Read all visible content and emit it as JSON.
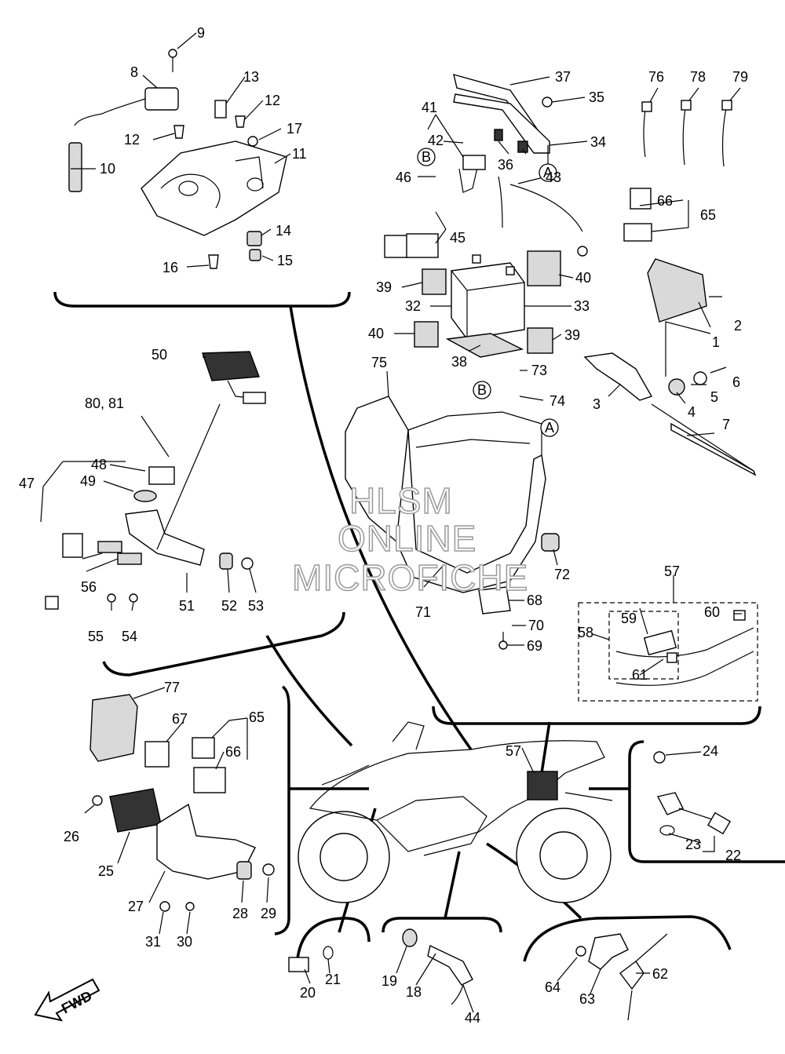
{
  "watermark": {
    "line1": "HLSM",
    "line2": "ONLINE",
    "line3": "MICROFICHE"
  },
  "fwd_label": "FWD",
  "callouts": [
    {
      "id": "p9",
      "text": "9"
    },
    {
      "id": "p8",
      "text": "8"
    },
    {
      "id": "p13",
      "text": "13"
    },
    {
      "id": "p12a",
      "text": "12"
    },
    {
      "id": "p12b",
      "text": "12"
    },
    {
      "id": "p17",
      "text": "17"
    },
    {
      "id": "p11",
      "text": "11"
    },
    {
      "id": "p10",
      "text": "10"
    },
    {
      "id": "p14",
      "text": "14"
    },
    {
      "id": "p15",
      "text": "15"
    },
    {
      "id": "p16",
      "text": "16"
    },
    {
      "id": "p37",
      "text": "37"
    },
    {
      "id": "p35",
      "text": "35"
    },
    {
      "id": "p34",
      "text": "34"
    },
    {
      "id": "p36",
      "text": "36"
    },
    {
      "id": "p41",
      "text": "41"
    },
    {
      "id": "p42",
      "text": "42"
    },
    {
      "id": "p46",
      "text": "46"
    },
    {
      "id": "p43",
      "text": "43"
    },
    {
      "id": "p45",
      "text": "45"
    },
    {
      "id": "p39a",
      "text": "39"
    },
    {
      "id": "p32",
      "text": "32"
    },
    {
      "id": "p40a",
      "text": "40"
    },
    {
      "id": "p33",
      "text": "33"
    },
    {
      "id": "p40b",
      "text": "40"
    },
    {
      "id": "p39b",
      "text": "39"
    },
    {
      "id": "p38",
      "text": "38"
    },
    {
      "id": "p76",
      "text": "76"
    },
    {
      "id": "p78",
      "text": "78"
    },
    {
      "id": "p79",
      "text": "79"
    },
    {
      "id": "p66a",
      "text": "66"
    },
    {
      "id": "p65a",
      "text": "65"
    },
    {
      "id": "p2",
      "text": "2"
    },
    {
      "id": "p1",
      "text": "1"
    },
    {
      "id": "p6",
      "text": "6"
    },
    {
      "id": "p5",
      "text": "5"
    },
    {
      "id": "p3",
      "text": "3"
    },
    {
      "id": "p4",
      "text": "4"
    },
    {
      "id": "p7",
      "text": "7"
    },
    {
      "id": "p75",
      "text": "75"
    },
    {
      "id": "p73",
      "text": "73"
    },
    {
      "id": "p74",
      "text": "74"
    },
    {
      "id": "p72",
      "text": "72"
    },
    {
      "id": "p71",
      "text": "71"
    },
    {
      "id": "p68",
      "text": "68"
    },
    {
      "id": "p70",
      "text": "70"
    },
    {
      "id": "p69",
      "text": "69"
    },
    {
      "id": "p50",
      "text": "50"
    },
    {
      "id": "p8081",
      "text": "80, 81"
    },
    {
      "id": "p48",
      "text": "48"
    },
    {
      "id": "p49",
      "text": "49"
    },
    {
      "id": "p47",
      "text": "47"
    },
    {
      "id": "p56",
      "text": "56"
    },
    {
      "id": "p51",
      "text": "51"
    },
    {
      "id": "p52",
      "text": "52"
    },
    {
      "id": "p53",
      "text": "53"
    },
    {
      "id": "p55",
      "text": "55"
    },
    {
      "id": "p54",
      "text": "54"
    },
    {
      "id": "p57a",
      "text": "57"
    },
    {
      "id": "p60",
      "text": "60"
    },
    {
      "id": "p59",
      "text": "59"
    },
    {
      "id": "p58",
      "text": "58"
    },
    {
      "id": "p61",
      "text": "61"
    },
    {
      "id": "p77",
      "text": "77"
    },
    {
      "id": "p67",
      "text": "67"
    },
    {
      "id": "p65b",
      "text": "65"
    },
    {
      "id": "p66b",
      "text": "66"
    },
    {
      "id": "p26",
      "text": "26"
    },
    {
      "id": "p25",
      "text": "25"
    },
    {
      "id": "p27",
      "text": "27"
    },
    {
      "id": "p28",
      "text": "28"
    },
    {
      "id": "p29",
      "text": "29"
    },
    {
      "id": "p31",
      "text": "31"
    },
    {
      "id": "p30",
      "text": "30"
    },
    {
      "id": "p57b",
      "text": "57"
    },
    {
      "id": "p24",
      "text": "24"
    },
    {
      "id": "p23",
      "text": "23"
    },
    {
      "id": "p22",
      "text": "22"
    },
    {
      "id": "p20",
      "text": "20"
    },
    {
      "id": "p21",
      "text": "21"
    },
    {
      "id": "p19",
      "text": "19"
    },
    {
      "id": "p18",
      "text": "18"
    },
    {
      "id": "p44",
      "text": "44"
    },
    {
      "id": "p64",
      "text": "64"
    },
    {
      "id": "p63",
      "text": "63"
    },
    {
      "id": "p62",
      "text": "62"
    }
  ],
  "reference_marks": [
    {
      "id": "refA1",
      "text": "A"
    },
    {
      "id": "refB1",
      "text": "B"
    },
    {
      "id": "refA2",
      "text": "A"
    },
    {
      "id": "refB2",
      "text": "B"
    }
  ]
}
